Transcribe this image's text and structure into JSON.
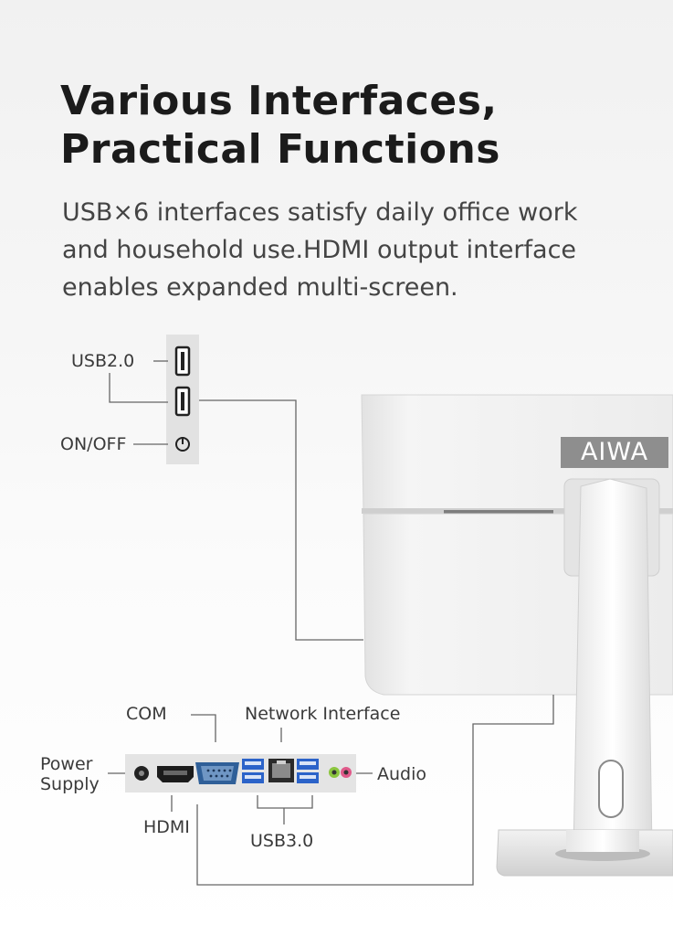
{
  "headline": {
    "line1": "Various Interfaces,",
    "line2": "Practical Functions"
  },
  "description": "USB×6 interfaces satisfy daily office work and household use.HDMI output interface enables expanded multi-screen.",
  "brand": "AIWA",
  "side_panel": {
    "usb_label": "USB2.0",
    "power_label": "ON/OFF"
  },
  "rear_panel": {
    "com_label": "COM",
    "network_label": "Network Interface",
    "power_supply_line1": "Power",
    "power_supply_line2": "Supply",
    "hdmi_label": "HDMI",
    "usb3_label": "USB3.0",
    "audio_label": "Audio"
  },
  "colors": {
    "usb3_blue": "#2b63c9",
    "audio_green": "#8cc63f",
    "audio_pink": "#e05a8a"
  },
  "icons": [
    "usb-port-icon",
    "power-button-icon",
    "dc-jack-icon",
    "hdmi-port-icon",
    "com-port-icon",
    "ethernet-port-icon",
    "audio-jack-icon"
  ]
}
